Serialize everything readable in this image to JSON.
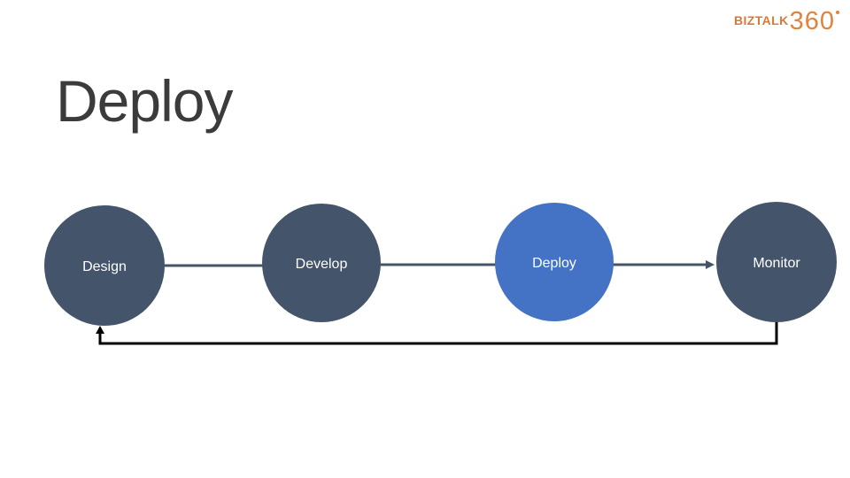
{
  "slide": {
    "title": "Deploy"
  },
  "logo": {
    "brand": "BIZTALK",
    "suffix": "360",
    "color": "#de8040"
  },
  "colors": {
    "dark_circle": "#44546a",
    "accent_circle": "#4472c4",
    "connector": "#44546a",
    "loop": "#000000",
    "label_text": "#ffffff",
    "title_text": "#3b3b3b"
  },
  "diagram": {
    "steps": [
      {
        "label": "Design",
        "highlighted": false
      },
      {
        "label": "Develop",
        "highlighted": false
      },
      {
        "label": "Deploy",
        "highlighted": true
      },
      {
        "label": "Monitor",
        "highlighted": false
      }
    ],
    "flow": "Design → Develop → Deploy → Monitor → (loop back to Design)"
  }
}
